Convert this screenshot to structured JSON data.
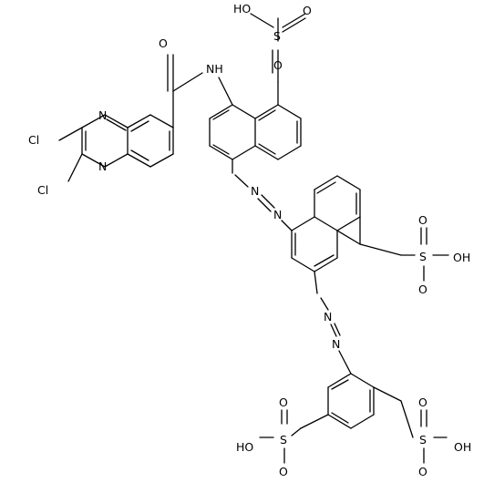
{
  "labels": {
    "o_amide": "O",
    "nh": "NH",
    "oh_top": "HO",
    "s_top": "S",
    "o_top_a": "O",
    "o_top_b": "O",
    "n_q1": "N",
    "n_q2": "N",
    "cl_1": "Cl",
    "cl_2": "Cl",
    "n_azo1a": "N",
    "n_azo1b": "N",
    "s_right": "S",
    "o_right_a": "O",
    "o_right_b": "O",
    "oh_right": "OH",
    "n_azo2a": "N",
    "n_azo2b": "N",
    "oh_bl": "HO",
    "s_bl": "S",
    "o_bl_a": "O",
    "o_bl_b": "O",
    "s_br": "S",
    "o_br_a": "O",
    "o_br_b": "O",
    "oh_br": "OH"
  },
  "colors": {
    "bond": "#000000",
    "background": "#ffffff"
  }
}
